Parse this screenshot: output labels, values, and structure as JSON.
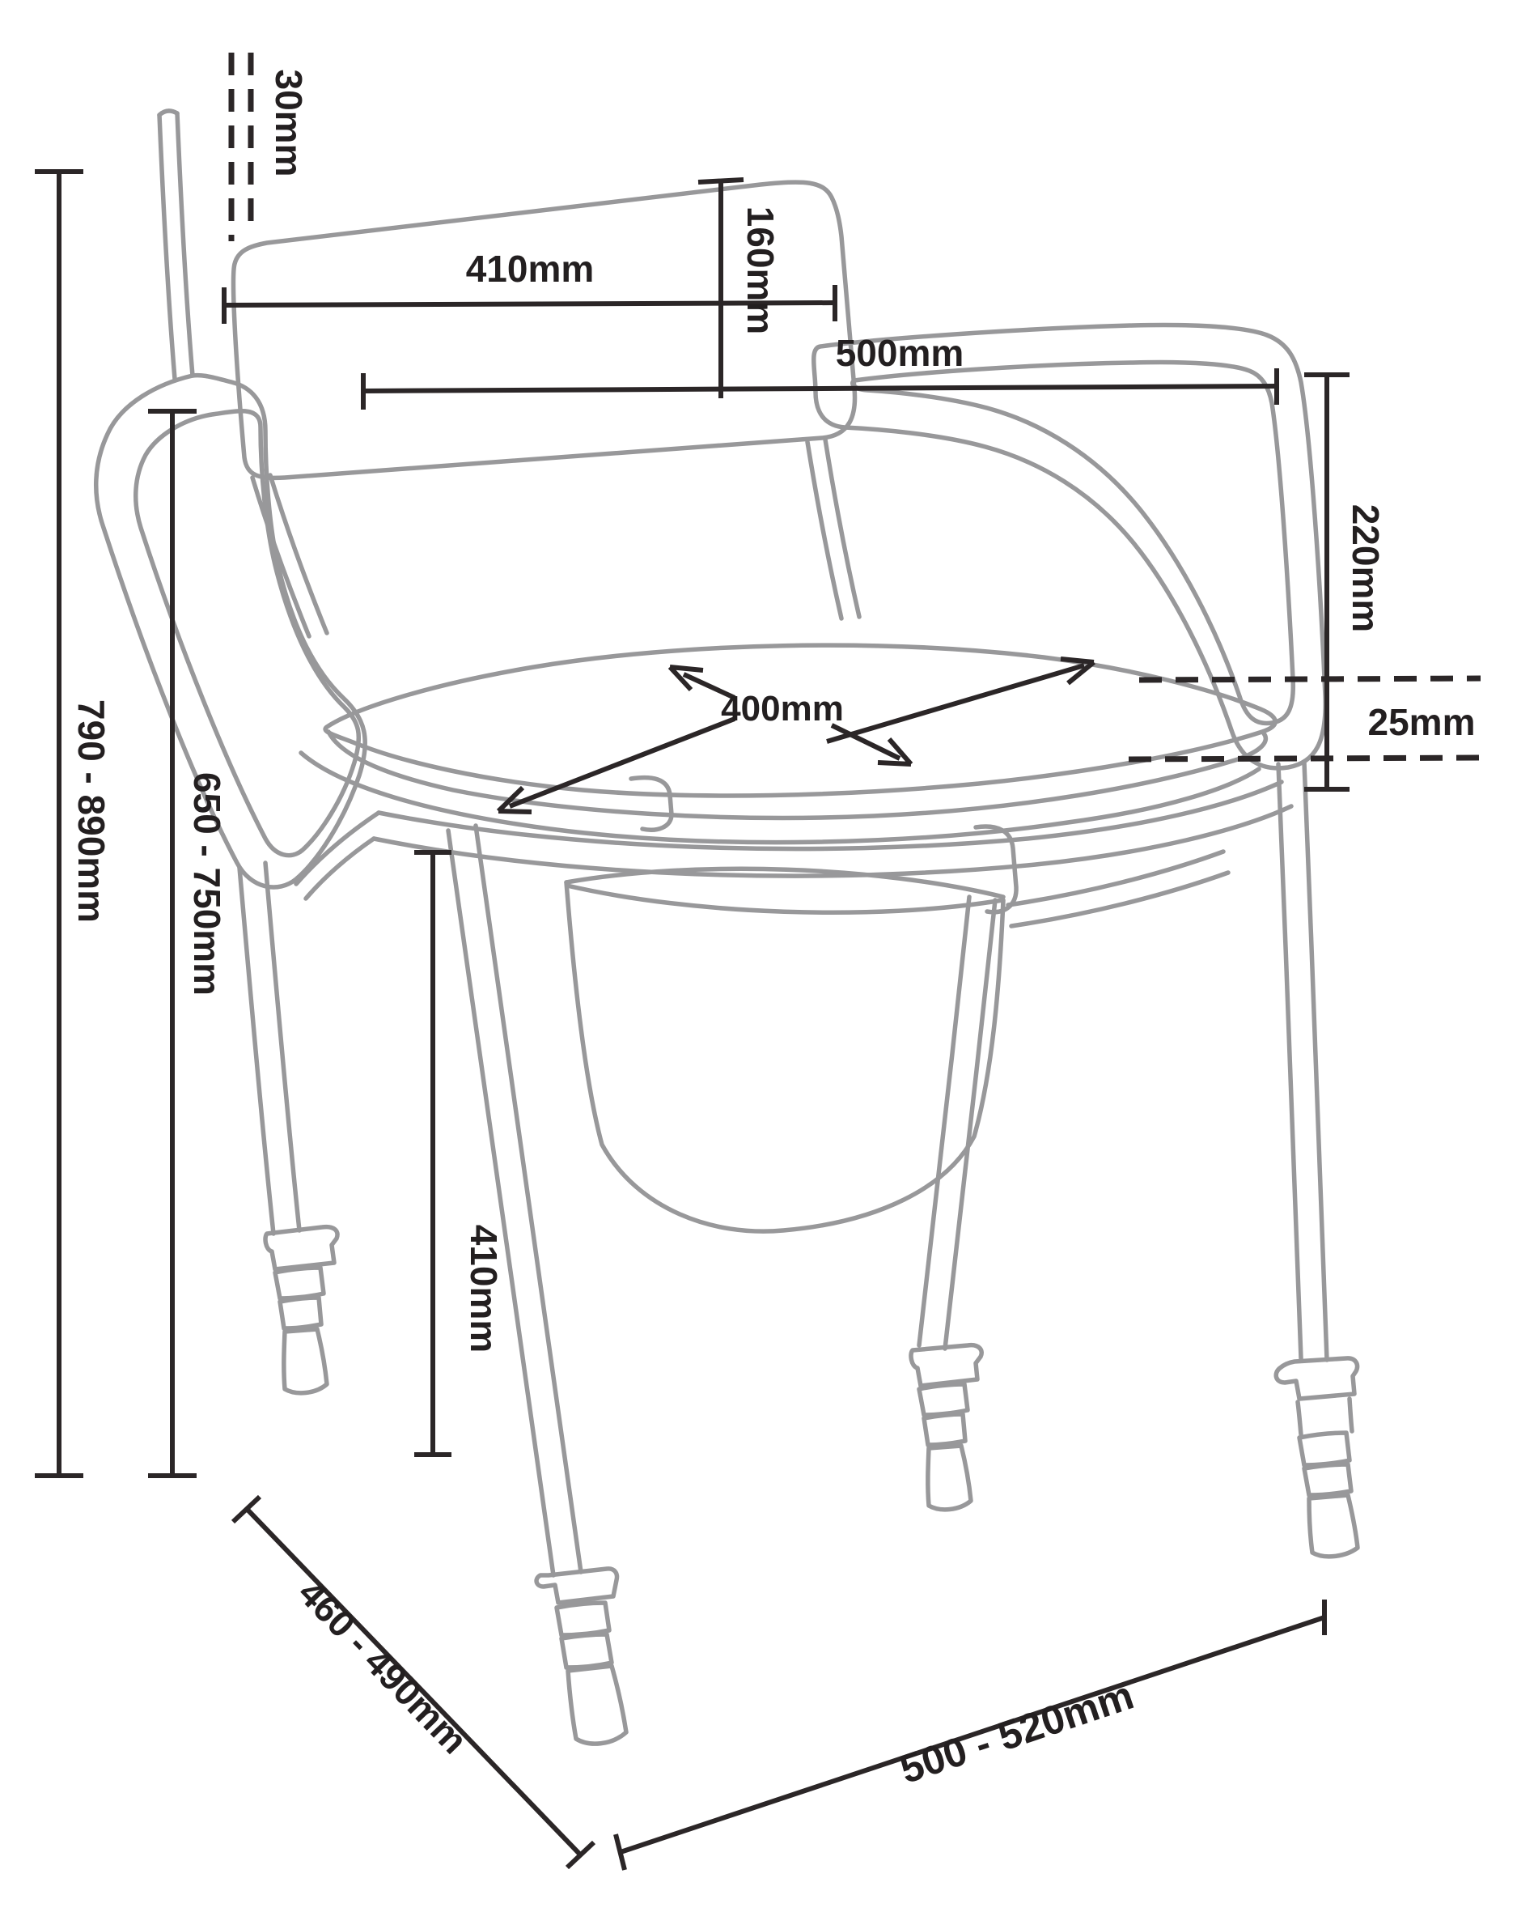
{
  "diagram": {
    "title": "Commode chair technical dimensions drawing",
    "colors": {
      "background": "#ffffff",
      "chair_line": "#98989a",
      "dimension_line": "#2b2627",
      "label_text": "#231f20"
    },
    "dims": {
      "backrest_top_offset": "30mm",
      "backrest_width": "410mm",
      "backrest_height": "160mm",
      "armrest_span": "500mm",
      "armrest_above_seat": "220mm",
      "seat_cushion_thickness": "25mm",
      "seat_width_depth": "400mm",
      "overall_height": "790 - 890mm",
      "armrest_height_range": "650 - 750mm",
      "under_seat_clearance": "410mm",
      "frame_depth": "460 - 490mm",
      "frame_width": "500 - 520mm"
    }
  }
}
